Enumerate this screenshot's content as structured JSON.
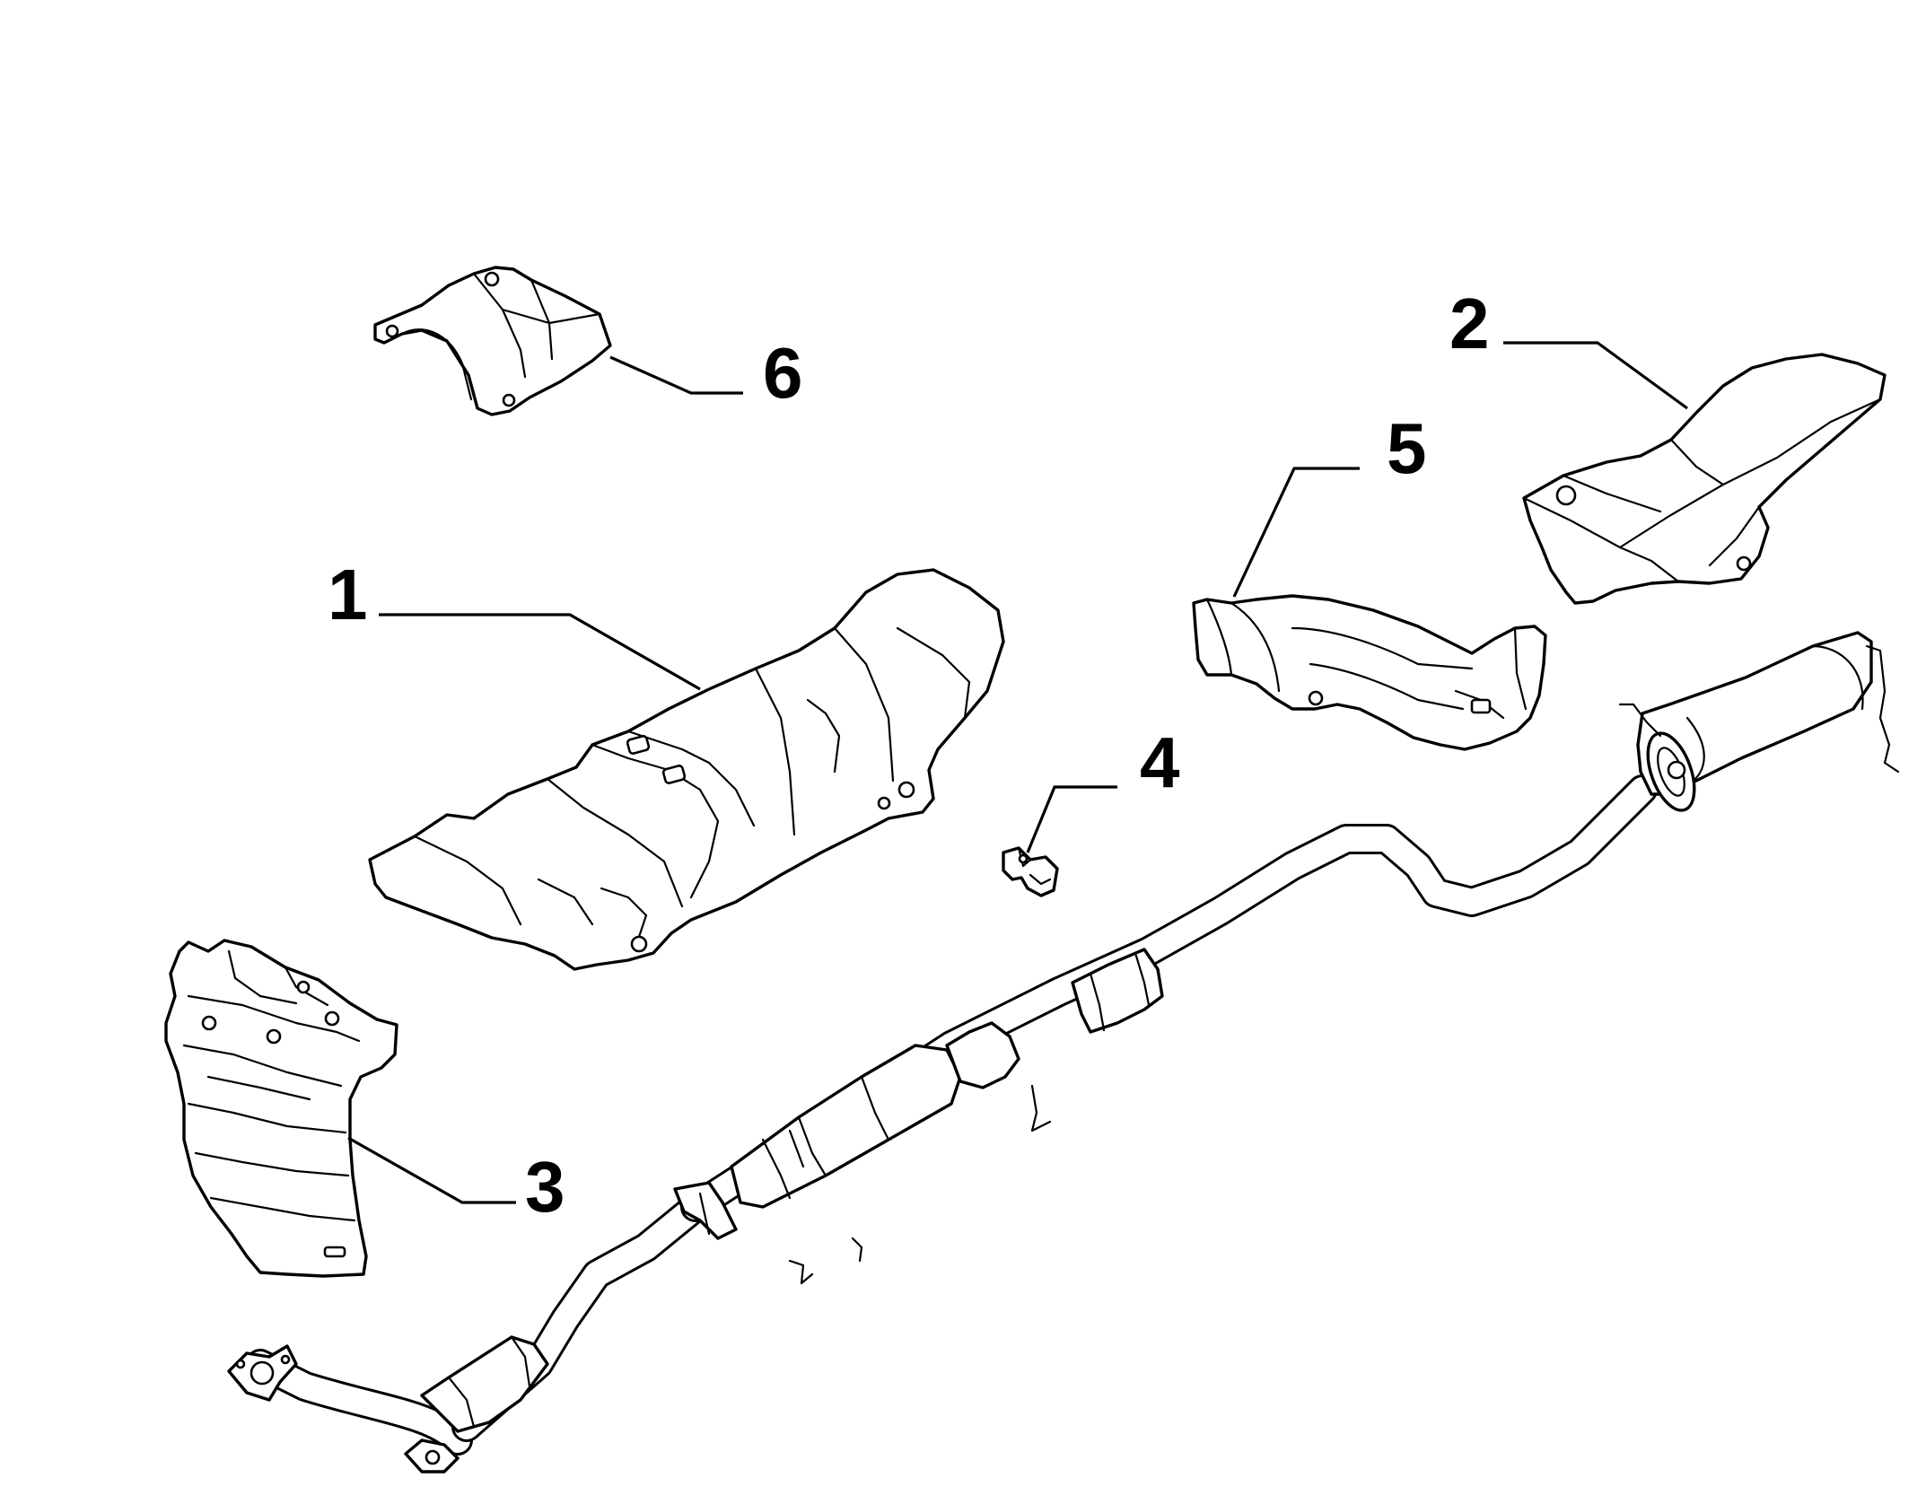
{
  "callouts": [
    {
      "id": "1",
      "label": "1"
    },
    {
      "id": "2",
      "label": "2"
    },
    {
      "id": "3",
      "label": "3"
    },
    {
      "id": "4",
      "label": "4"
    },
    {
      "id": "5",
      "label": "5"
    },
    {
      "id": "6",
      "label": "6"
    }
  ]
}
